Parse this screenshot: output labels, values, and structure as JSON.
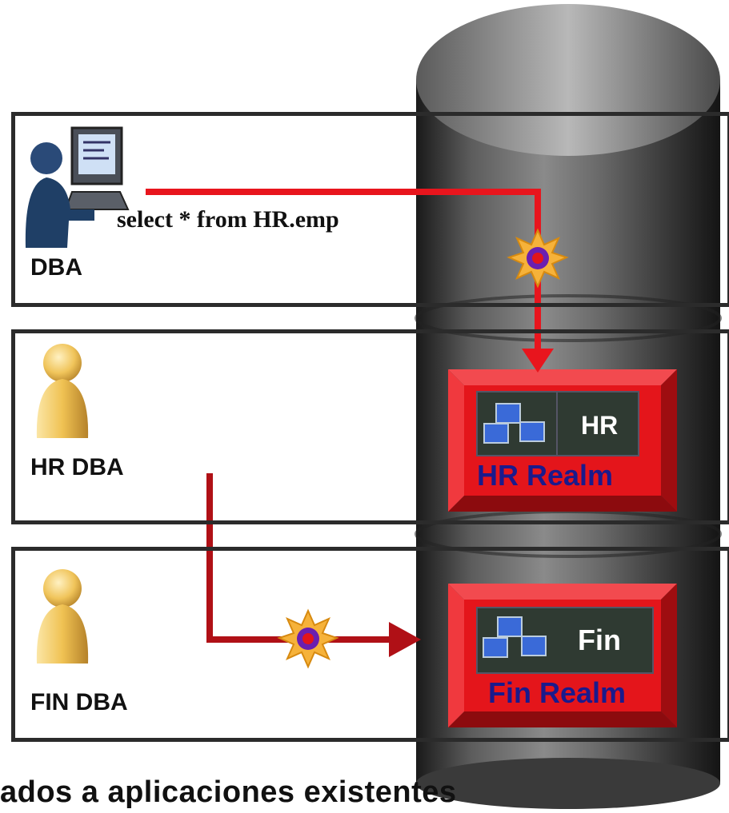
{
  "lanes": [
    {
      "user": "DBA",
      "query": "select * from HR.emp"
    },
    {
      "user": "HR DBA"
    },
    {
      "user": "FIN DBA"
    }
  ],
  "realms": [
    {
      "schema": "HR",
      "name": "HR Realm"
    },
    {
      "schema": "Fin",
      "name": "Fin Realm"
    }
  ],
  "caption": "ados a aplicaciones existentes",
  "colors": {
    "realm": "#e4151b",
    "realm_dark": "#9e0d10",
    "arrow_dba": "#e8151d",
    "arrow_hrdba": "#b01016",
    "lane_border": "#2b2b2b",
    "cylinder": "#4a4a4a",
    "user_dark": "#1f3f66",
    "user_gold": "#e8b64a"
  },
  "icons": {
    "dba": "workstation-user-icon",
    "hr_dba": "user-icon",
    "fin_dba": "user-icon",
    "blocked": "starburst-icon",
    "schema": "tables-icon"
  }
}
